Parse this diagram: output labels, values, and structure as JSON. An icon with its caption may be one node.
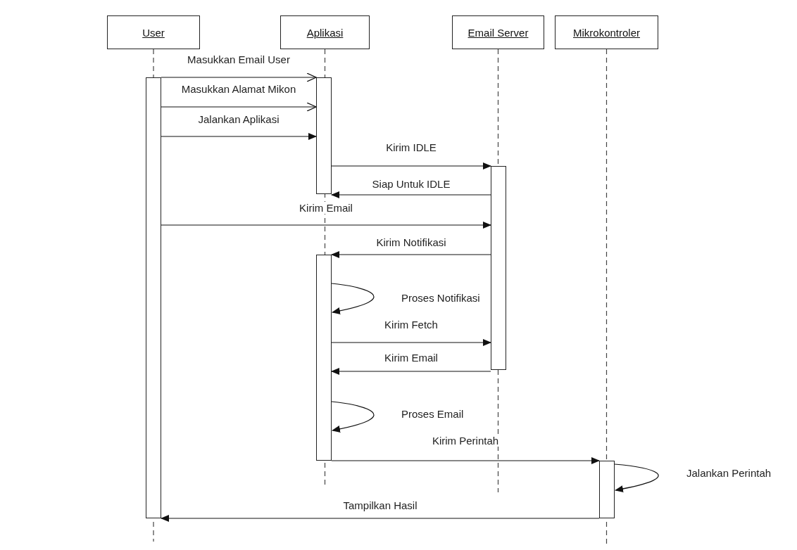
{
  "diagram": {
    "nodes": [
      {
        "text": [
          "User"
        ]
      },
      {
        "text": [
          "Aplikasi"
        ]
      },
      {
        "text": [
          "Email Server"
        ]
      },
      {
        "text": [
          "Mikrokontroler"
        ]
      },
      {
        "text": [],
        "shape": "bar"
      },
      {
        "text": [],
        "shape": "bar"
      },
      {
        "text": [],
        "shape": "bar"
      },
      {
        "text": [],
        "shape": "bar"
      },
      {
        "text": [],
        "shape": "bar"
      }
    ],
    "edges": [
      {
        "from": 4,
        "to": 5,
        "arrow": "to",
        "label": "Masukkan Email User"
      },
      {
        "from": 4,
        "to": 5,
        "arrow": "to",
        "label": "Masukkan Alamat Mikon"
      },
      {
        "from": 4,
        "to": 5,
        "arrow": "to",
        "label": "Jalankan Aplikasi"
      },
      {
        "from": 5,
        "to": 6,
        "arrow": "to",
        "label": "Kirim IDLE"
      },
      {
        "from": 6,
        "to": 5,
        "arrow": "to",
        "label": "Siap Untuk IDLE"
      },
      {
        "from": 4,
        "to": 6,
        "arrow": "to",
        "label": "Kirim Email"
      },
      {
        "from": 6,
        "to": 7,
        "arrow": "to",
        "label": "Kirim Notifikasi"
      },
      {
        "from": 7,
        "to": 7,
        "arrow": "to",
        "label": "Proses Notifikasi"
      },
      {
        "from": 7,
        "to": 6,
        "arrow": "to",
        "label": "Kirim Fetch"
      },
      {
        "from": 6,
        "to": 7,
        "arrow": "to",
        "label": "Kirim Email"
      },
      {
        "from": 7,
        "to": 7,
        "arrow": "to",
        "label": "Proses Email"
      },
      {
        "from": 7,
        "to": 8,
        "arrow": "to",
        "label": "Kirim Perintah"
      },
      {
        "from": 8,
        "to": 8,
        "arrow": "to",
        "label": "Jalankan Perintah"
      },
      {
        "from": 8,
        "to": 4,
        "arrow": "to",
        "label": "Tampilkan Hasil"
      }
    ]
  }
}
